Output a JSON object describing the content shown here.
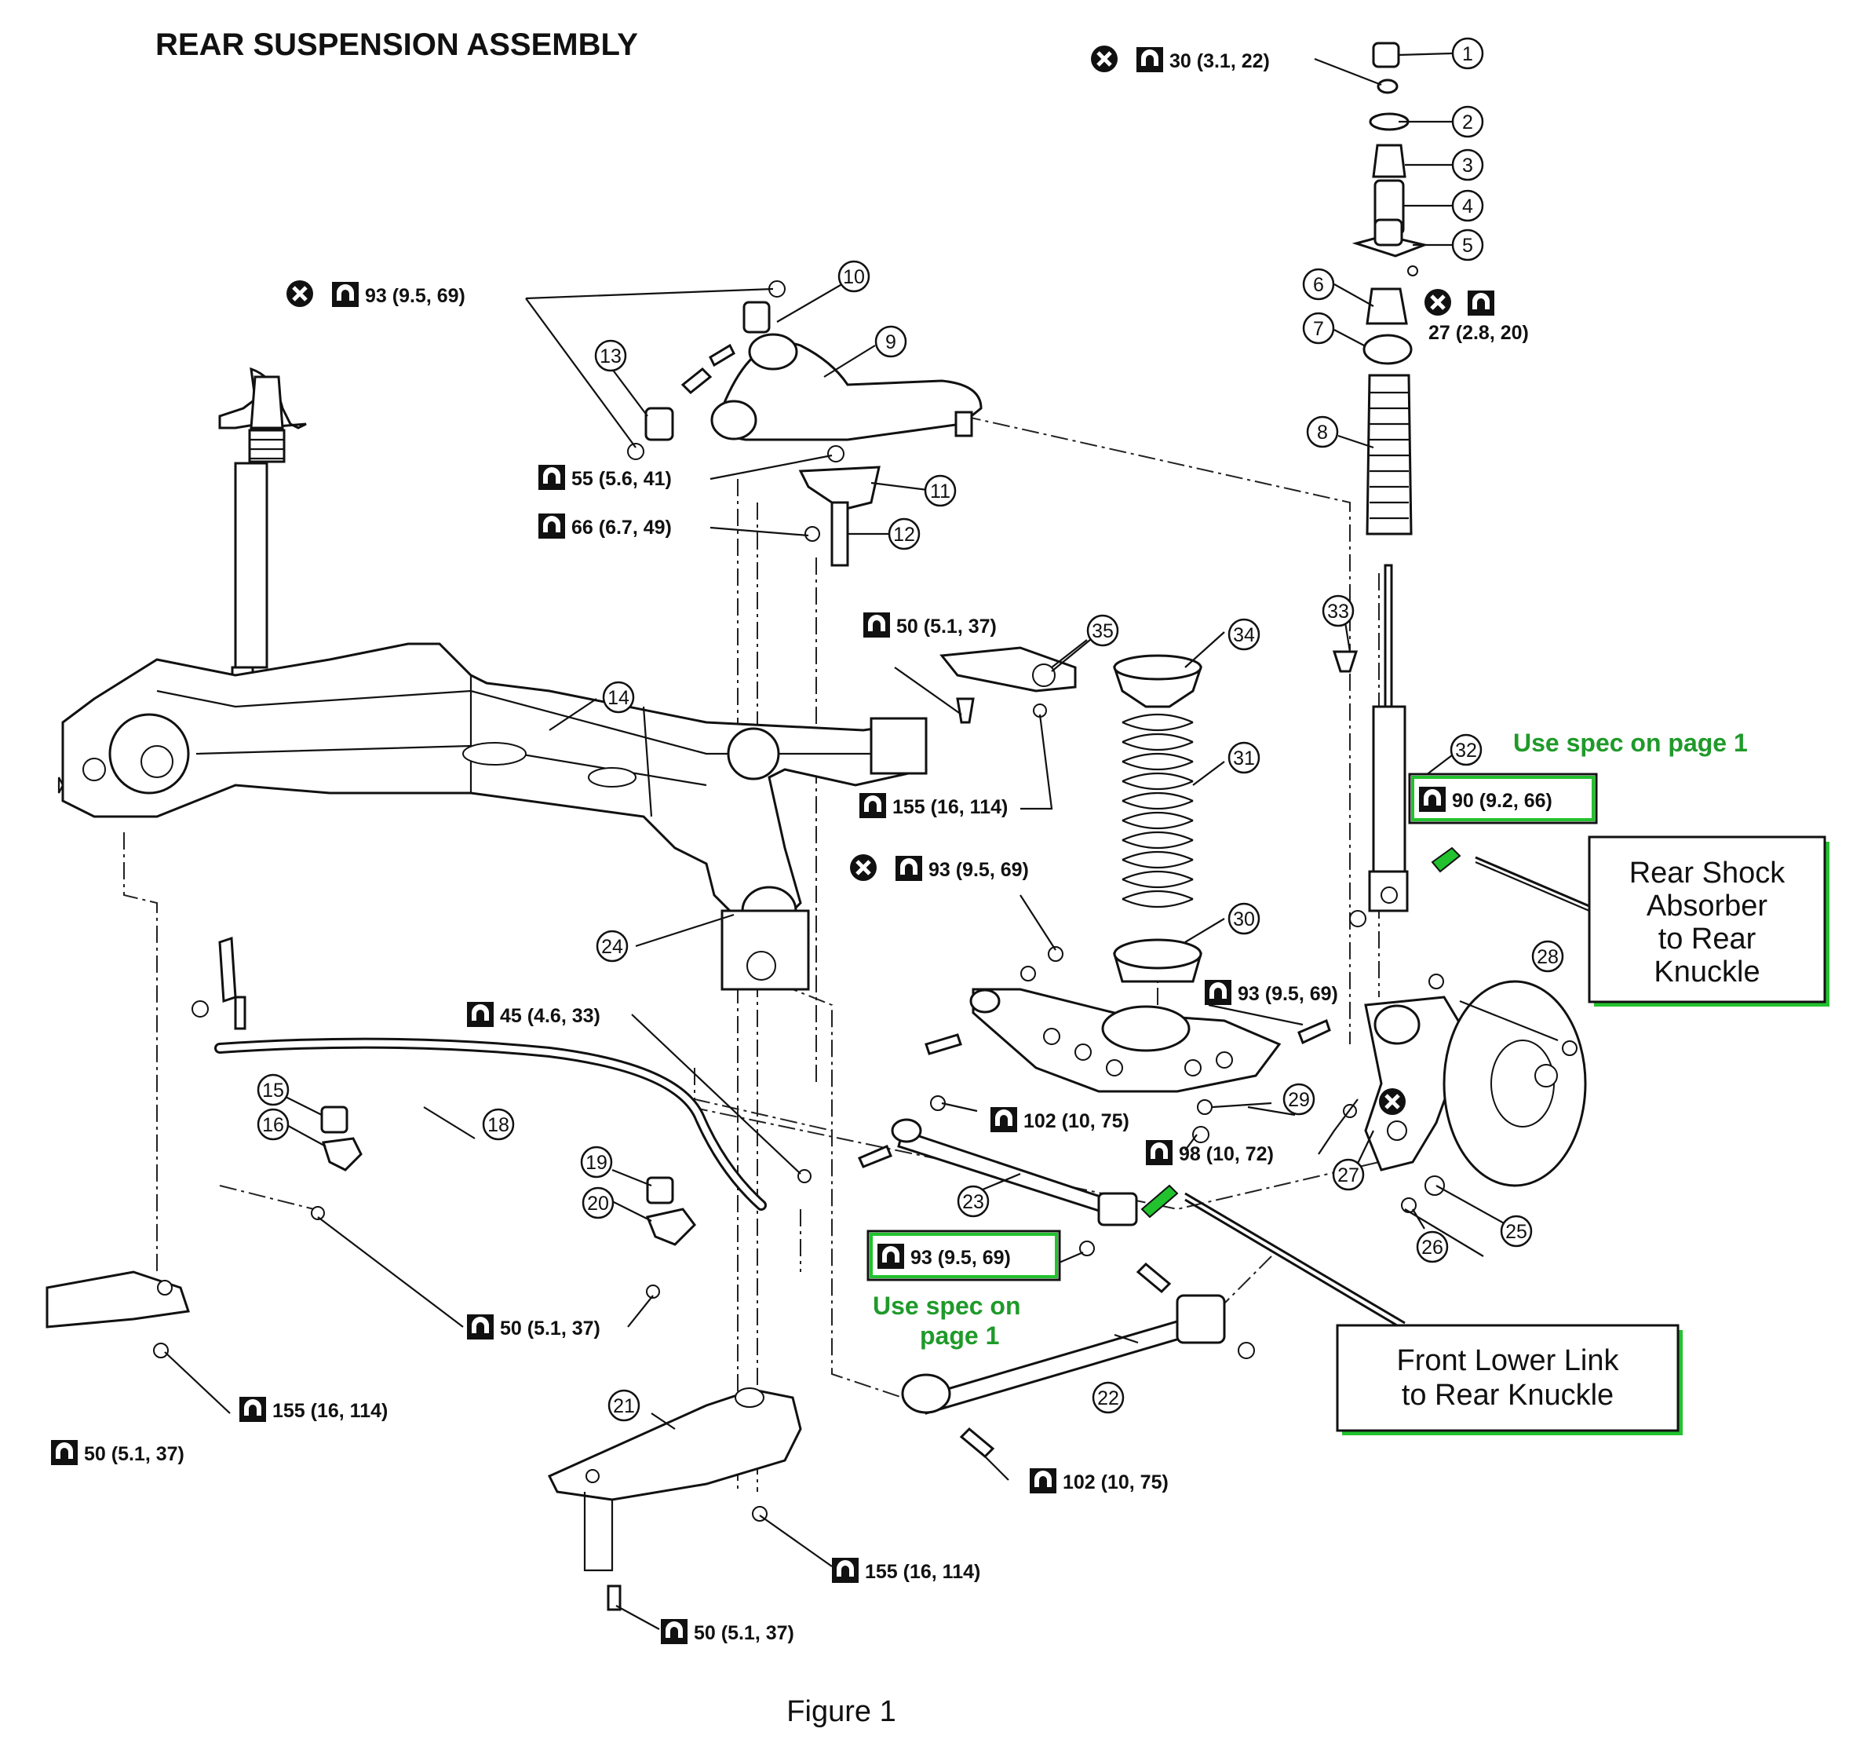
{
  "title": "REAR SUSPENSION ASSEMBLY",
  "caption": "Figure 1",
  "part_numbers": [
    "1",
    "2",
    "3",
    "4",
    "5",
    "6",
    "7",
    "8",
    "9",
    "10",
    "11",
    "12",
    "13",
    "14",
    "15",
    "16",
    "18",
    "19",
    "20",
    "21",
    "22",
    "23",
    "24",
    "25",
    "26",
    "27",
    "28",
    "29",
    "30",
    "31",
    "32",
    "33",
    "34",
    "35"
  ],
  "torque_specs": [
    {
      "value": "30 (3.1, 22)",
      "replace_icon": true
    },
    {
      "value": "27 (2.8, 20)",
      "replace_icon": true
    },
    {
      "value": "93 (9.5, 69)",
      "replace_icon": true
    },
    {
      "value": "55 (5.6, 41)",
      "replace_icon": false
    },
    {
      "value": "66 (6.7, 49)",
      "replace_icon": false
    },
    {
      "value": "50 (5.1, 37)",
      "replace_icon": false
    },
    {
      "value": "155 (16, 114)",
      "replace_icon": false
    },
    {
      "value": "93 (9.5, 69)",
      "replace_icon": true
    },
    {
      "value": "90 (9.2, 66)",
      "replace_icon": false
    },
    {
      "value": "93 (9.5, 69)",
      "replace_icon": false
    },
    {
      "value": "45 (4.6, 33)",
      "replace_icon": false
    },
    {
      "value": "102 (10, 75)",
      "replace_icon": false
    },
    {
      "value": "98 (10, 72)",
      "replace_icon": false
    },
    {
      "value": "93 (9.5, 69)",
      "replace_icon": false
    },
    {
      "value": "50 (5.1, 37)",
      "replace_icon": false
    },
    {
      "value": "155 (16, 114)",
      "replace_icon": false
    },
    {
      "value": "50 (5.1, 37)",
      "replace_icon": false
    },
    {
      "value": "102 (10, 75)",
      "replace_icon": false
    },
    {
      "value": "155 (16, 114)",
      "replace_icon": false
    },
    {
      "value": "50 (5.1, 37)",
      "replace_icon": false
    }
  ],
  "notes": {
    "use_spec_1": "Use spec on page 1",
    "use_spec_2_line1": "Use spec on",
    "use_spec_2_line2": "page 1"
  },
  "callouts": {
    "shock": [
      "Rear Shock",
      "Absorber",
      "to Rear",
      "Knuckle"
    ],
    "lower_link": [
      "Front Lower Link",
      "to Rear Knuckle"
    ]
  },
  "colors": {
    "highlight": "#22c22e",
    "note_text": "#1f9a2a",
    "line": "#111111"
  },
  "icons": [
    "replace-part-icon",
    "torque-wrench-icon"
  ]
}
